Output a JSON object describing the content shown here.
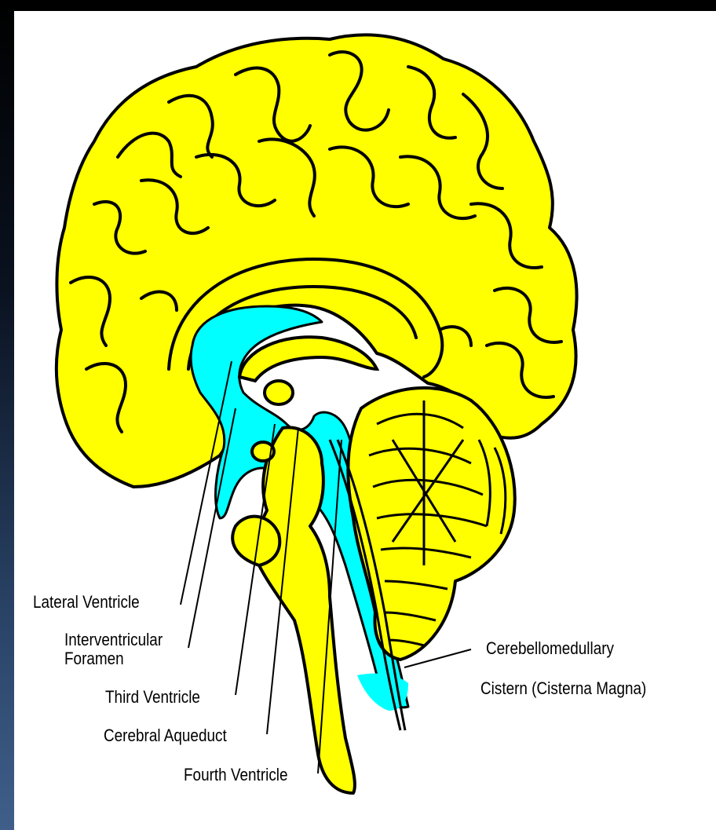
{
  "colors": {
    "brain": "#ffff00",
    "csf": "#00ffff",
    "outline": "#000000",
    "background": "#ffffff"
  },
  "labels": {
    "lateral_ventricle": "Lateral Ventricle",
    "interventricular_line1": "Interventricular",
    "interventricular_line2": "Foramen",
    "third_ventricle": "Third Ventricle",
    "cerebral_aqueduct": "Cerebral Aqueduct",
    "fourth_ventricle": "Fourth Ventricle",
    "cisterna_line1": "Cerebellomedullary",
    "cisterna_line2": "Cistern (Cisterna Magna)"
  }
}
